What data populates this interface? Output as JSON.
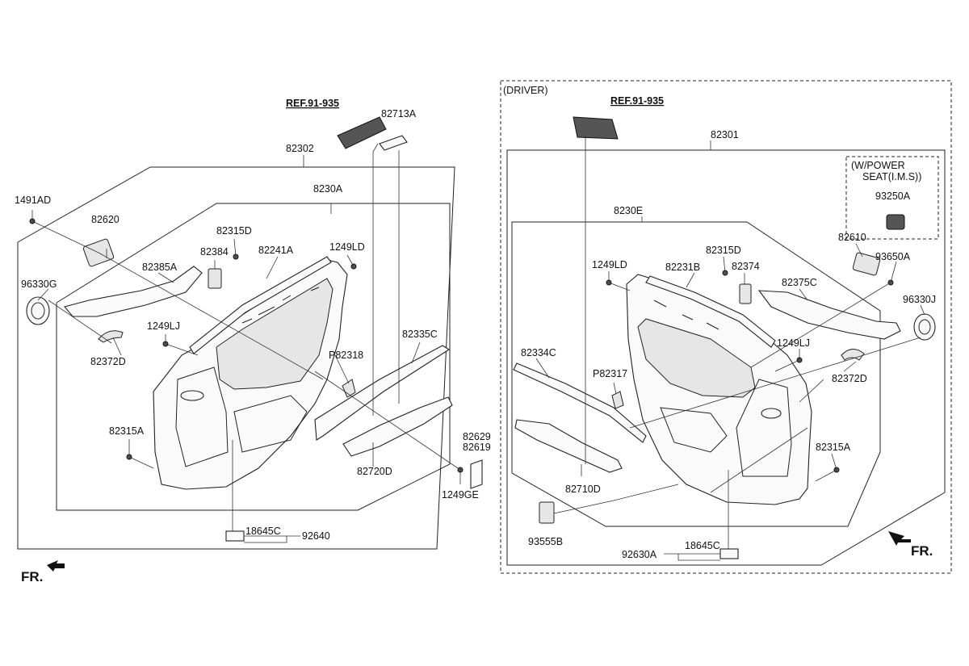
{
  "left": {
    "ref": "REF.91-935",
    "labels": {
      "p82713A": "82713A",
      "p82302": "82302",
      "p1491AD": "1491AD",
      "p82620": "82620",
      "p8230A": "8230A",
      "p82315D": "82315D",
      "p82384": "82384",
      "p82241A": "82241A",
      "p1249LD": "1249LD",
      "p82385A": "82385A",
      "p96330G": "96330G",
      "p1249LJ": "1249LJ",
      "p82372D": "82372D",
      "pP82318": "P82318",
      "p82335C": "82335C",
      "p82315A": "82315A",
      "p82629": "82629",
      "p82619": "82619",
      "p82720D": "82720D",
      "p1249GE": "1249GE",
      "p18645C": "18645C",
      "p92640": "92640"
    },
    "fr": "FR."
  },
  "right": {
    "group_label": "(DRIVER)",
    "ref": "REF.91-935",
    "option_label_line1": "(W/POWER",
    "option_label_line2": "SEAT(I.M.S))",
    "labels": {
      "p82301": "82301",
      "p93250A": "93250A",
      "p8230E": "8230E",
      "p82610": "82610",
      "p82315D": "82315D",
      "p1249LD": "1249LD",
      "p82231B": "82231B",
      "p82374": "82374",
      "p93650A": "93650A",
      "p82375C": "82375C",
      "p96330J": "96330J",
      "p82334C": "82334C",
      "p1249LJ": "1249LJ",
      "pP82317": "P82317",
      "p82372D": "82372D",
      "p82315A": "82315A",
      "p82710D": "82710D",
      "p93555B": "93555B",
      "p18645C": "18645C",
      "p92630A": "92630A"
    },
    "fr": "FR."
  }
}
